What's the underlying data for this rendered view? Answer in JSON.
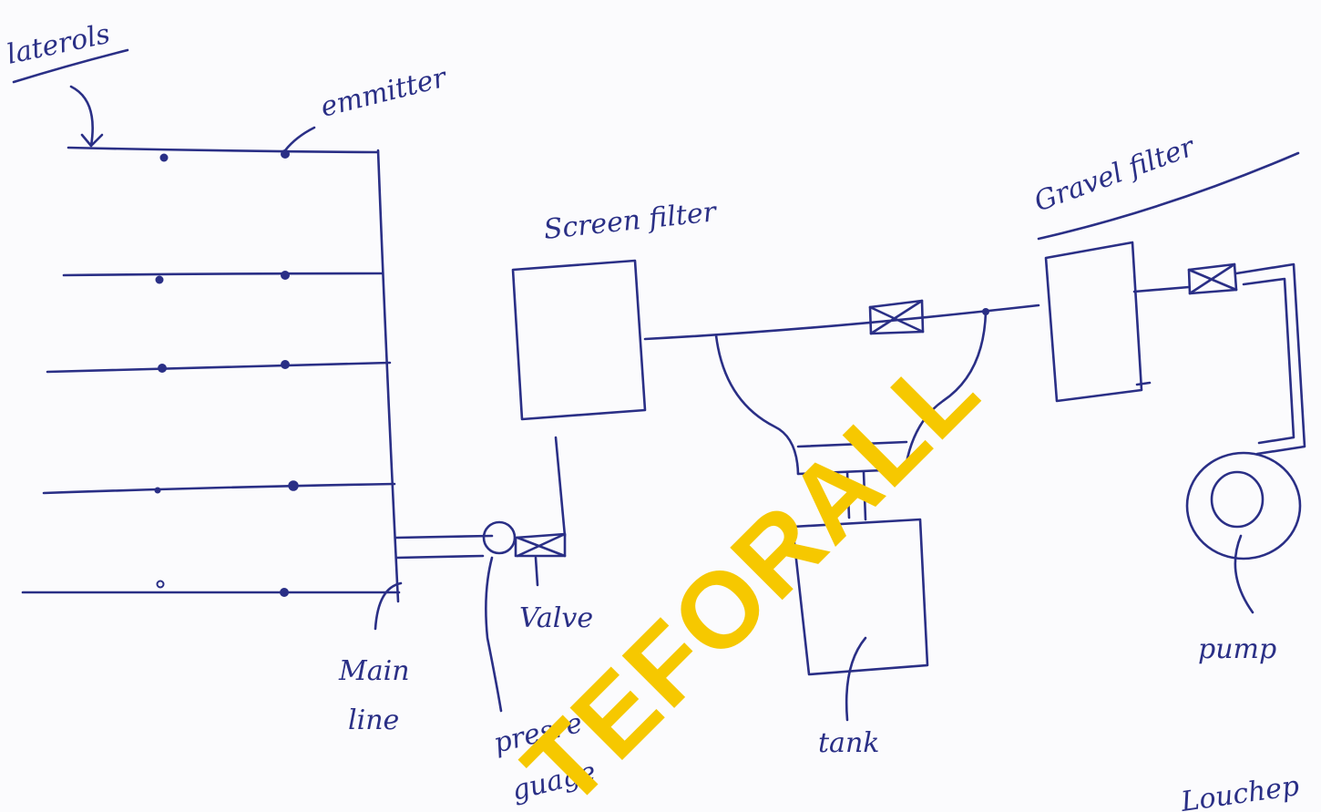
{
  "labels": {
    "laterals": "laterols",
    "emitter": "emmitter",
    "screen_filter": "Screen filter",
    "gravel_filter": "Gravel filter",
    "valve": "Valve",
    "main_line_1": "Main",
    "main_line_2": "line",
    "pressure_gauge_1": "presre",
    "pressure_gauge_2": "guage",
    "tank": "tank",
    "pump": "pump",
    "corner_note": "Louchep"
  },
  "watermark": "TEFORALL",
  "colors": {
    "ink": "#2a2f86",
    "paper": "#fbfbfd",
    "watermark": "#f6c800"
  }
}
